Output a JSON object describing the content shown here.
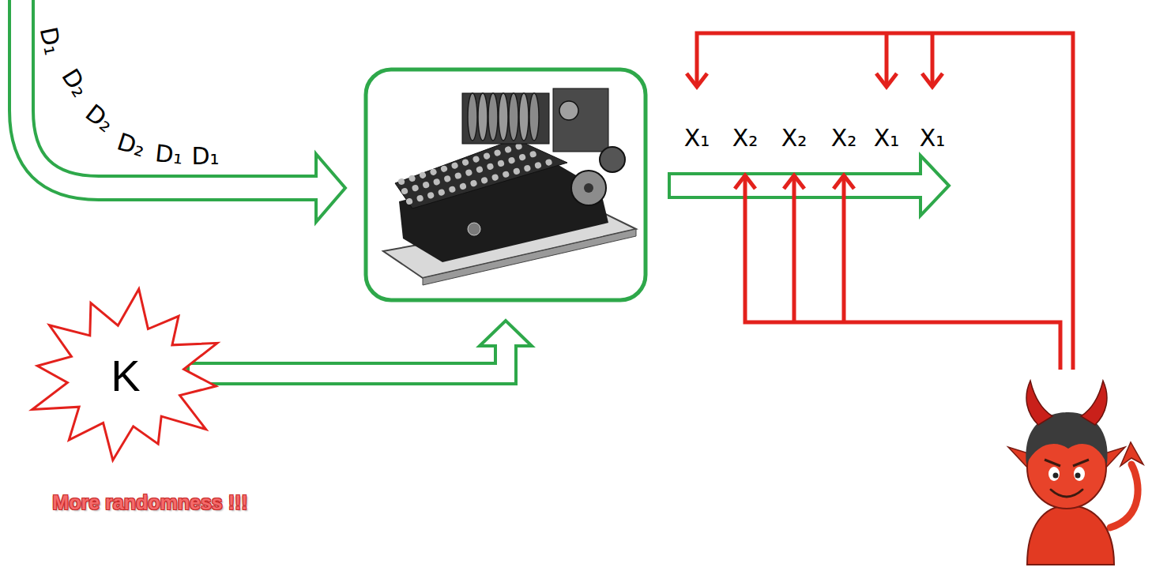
{
  "diagram": {
    "nodes": [
      {
        "text": [
          "K"
        ]
      }
    ],
    "labels": [
      "D₁",
      "D₂",
      "D₂",
      "D₂",
      "D₁",
      "D₁",
      "X₁",
      "X₂",
      "X₂",
      "X₂",
      "X₁",
      "X₁",
      "More randomness !!!"
    ]
  }
}
